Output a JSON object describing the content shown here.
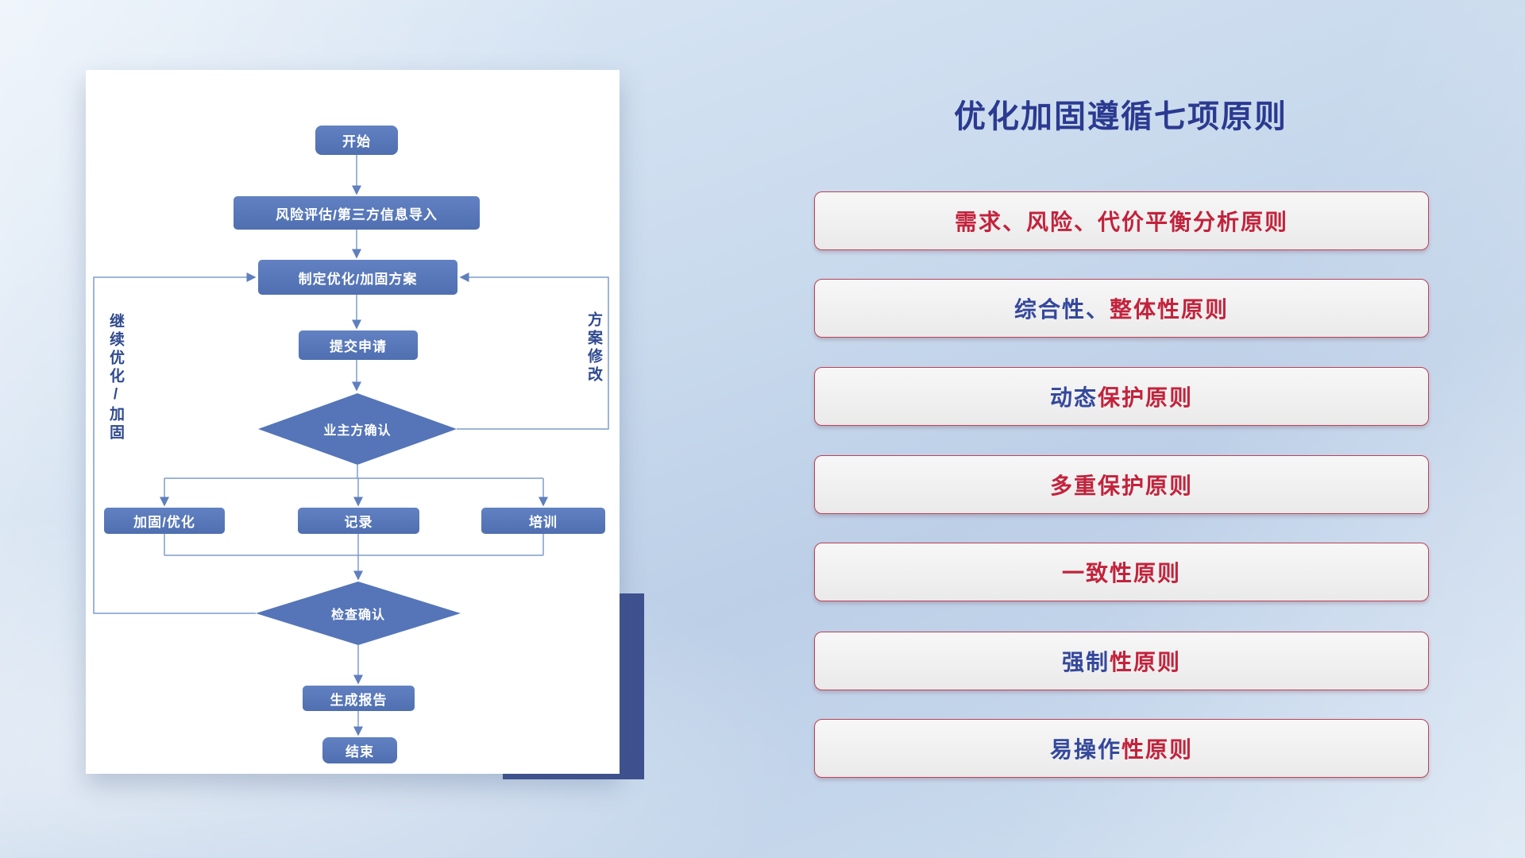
{
  "colors": {
    "red": "#c2233c",
    "blue": "#34489c",
    "title": "#2b3a90",
    "node_fill": "#5575b8",
    "connector_line": "#7f9ccd",
    "accent_rect": "#3f518f"
  },
  "flowchart": {
    "nodes": {
      "start": "开始",
      "risk_import": "风险评估/第三方信息导入",
      "make_plan": "制定优化/加固方案",
      "submit": "提交申请",
      "owner_confirm": "业主方确认",
      "reinforce": "加固/优化",
      "record": "记录",
      "training": "培训",
      "check_confirm": "检查确认",
      "report": "生成报告",
      "end": "结束"
    },
    "loop_labels": {
      "continue": "继续优化/加固",
      "revise": "方案修改"
    }
  },
  "principles": {
    "title": "优化加固遵循七项原则",
    "items": [
      {
        "segments": [
          {
            "text": "需求、风险、代价平衡分析原则",
            "color": "red"
          }
        ]
      },
      {
        "segments": [
          {
            "text": "综合性、",
            "color": "blue"
          },
          {
            "text": "整体性原则",
            "color": "red"
          }
        ]
      },
      {
        "segments": [
          {
            "text": "动态",
            "color": "blue"
          },
          {
            "text": "保护原则",
            "color": "red"
          }
        ]
      },
      {
        "segments": [
          {
            "text": "多重保护原则",
            "color": "red"
          }
        ]
      },
      {
        "segments": [
          {
            "text": "一致性原则",
            "color": "red"
          }
        ]
      },
      {
        "segments": [
          {
            "text": "强制",
            "color": "blue"
          },
          {
            "text": "性原则",
            "color": "red"
          }
        ]
      },
      {
        "segments": [
          {
            "text": "易操作",
            "color": "blue"
          },
          {
            "text": "性原则",
            "color": "red"
          }
        ]
      }
    ]
  }
}
